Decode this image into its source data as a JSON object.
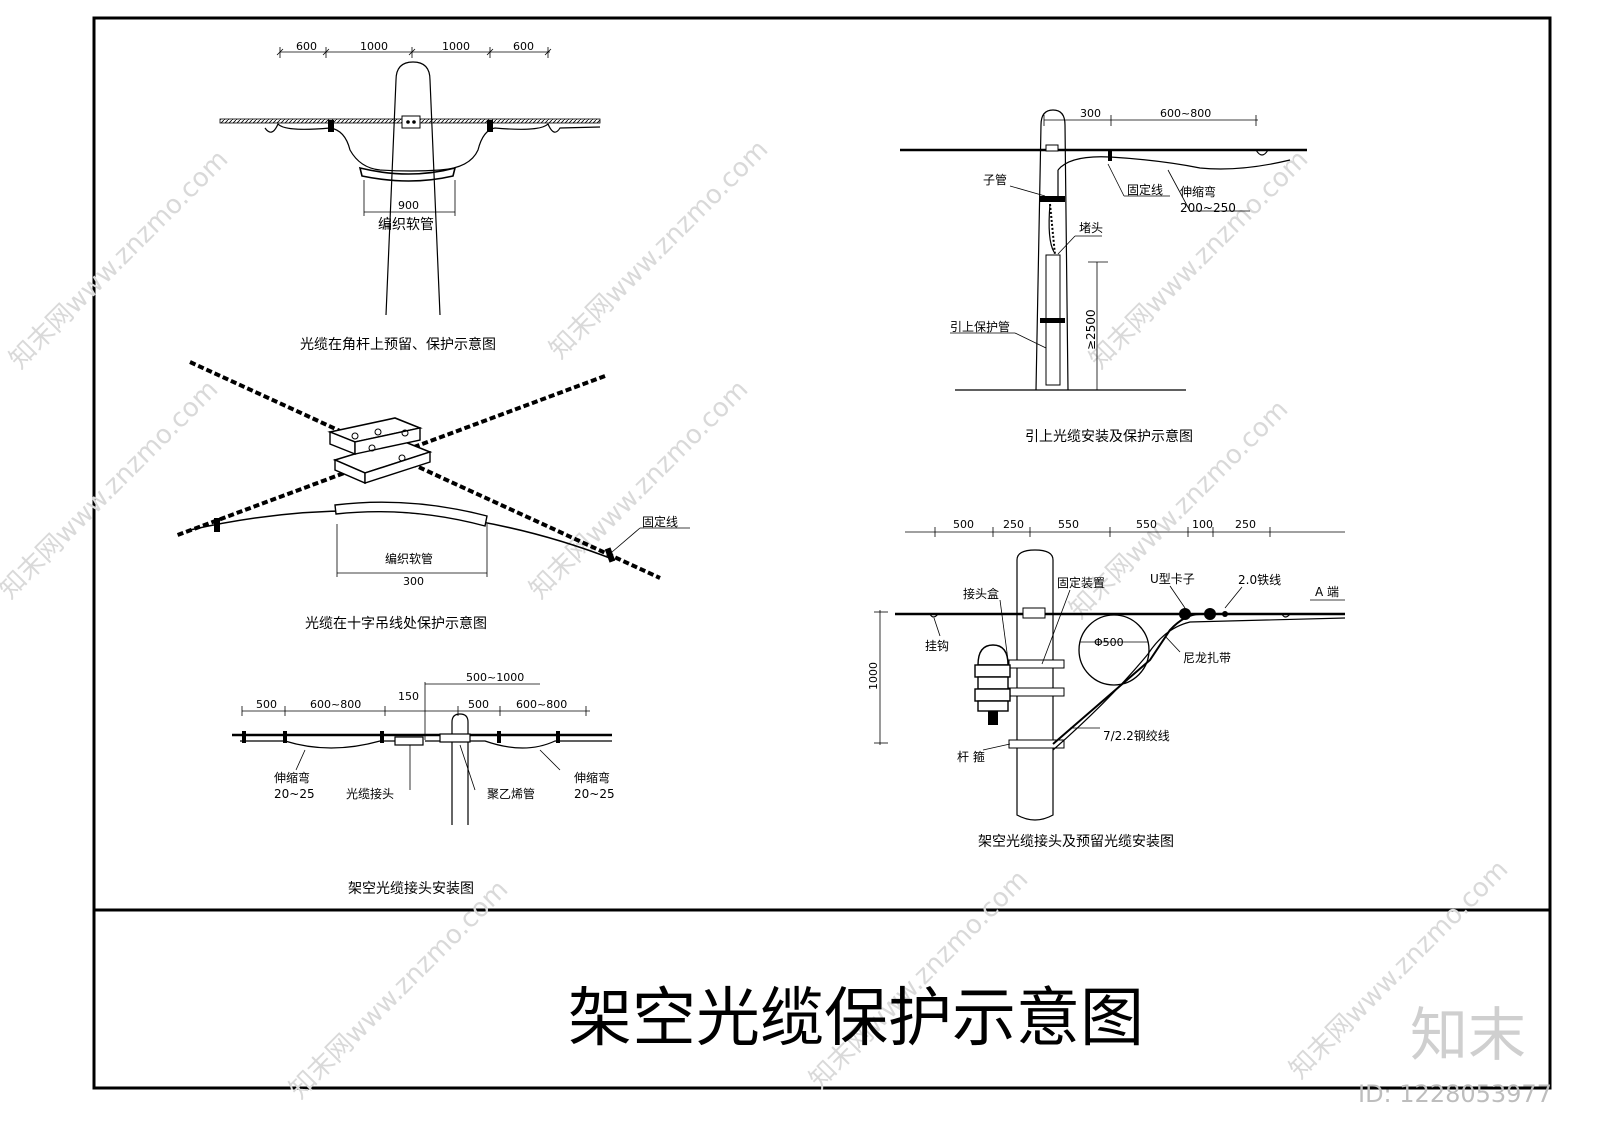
{
  "drawing_title": "架空光缆保护示意图",
  "diagrams": {
    "corner_pole": {
      "caption": "光缆在角杆上预留、保护示意图",
      "dims": [
        "600",
        "1000",
        "1000",
        "600"
      ],
      "hose_width": "900",
      "hose_label": "编织软管"
    },
    "cross_wire": {
      "caption": "光缆在十字吊线处保护示意图",
      "hose_label": "编织软管",
      "hose_length": "300",
      "fix_label": "固定线"
    },
    "splice_install": {
      "caption": "架空光缆接头安装图",
      "dims_left": [
        "500",
        "600~800"
      ],
      "dim_150": "150",
      "dim_top": "500~1000",
      "dims_right": [
        "500",
        "600~800"
      ],
      "expansion_left": [
        "伸缩弯",
        "20~25"
      ],
      "splice_label": "光缆接头",
      "pe_pipe_label": "聚乙烯管",
      "expansion_right": [
        "伸缩弯",
        "20~25"
      ]
    },
    "lead_up": {
      "caption": "引上光缆安装及保护示意图",
      "dims": [
        "300",
        "600~800"
      ],
      "subtube_label": "子管",
      "fix_label": "固定线",
      "expansion": [
        "伸缩弯",
        "200~250"
      ],
      "plug_label": "堵头",
      "protect_pipe_label": "引上保护管",
      "height_label": "≥2500"
    },
    "splice_reserve": {
      "caption": "架空光缆接头及预留光缆安装图",
      "dims": [
        "500",
        "250",
        "550",
        "550",
        "100",
        "250"
      ],
      "height": "1000",
      "splice_box_label": "接头盒",
      "fix_device_label": "固定装置",
      "u_clip_label": "U型卡子",
      "iron_wire_label": "2.0铁线",
      "end_label": "A 端",
      "hook_label": "挂钩",
      "circle_label": "Φ500",
      "nylon_label": "尼龙扎带",
      "steel_strand_label": "7/2.2钢绞线",
      "pole_hoop_label": "杆 箍"
    }
  },
  "watermark": {
    "text": "知末网www.znzmo.com",
    "logo": "知末",
    "id": "ID: 1228053977"
  }
}
